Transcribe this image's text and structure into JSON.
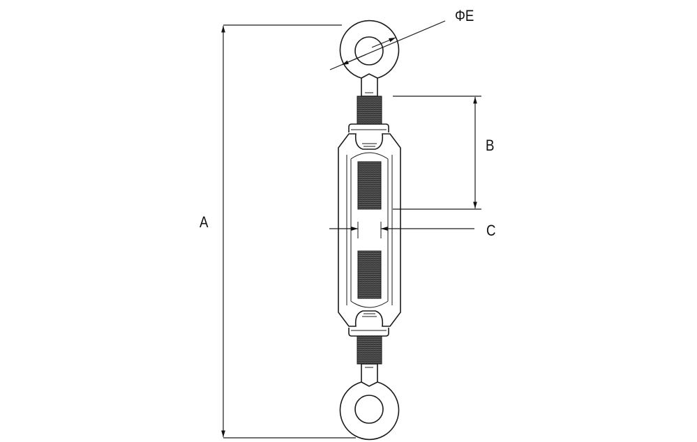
{
  "labels": {
    "overall_length": "A",
    "thread_length": "B",
    "body_width": "C",
    "eye_diameter": "ΦE"
  },
  "colors": {
    "line": "#1a1a1a",
    "thread": "#3a3a3a",
    "background": "#ffffff"
  }
}
